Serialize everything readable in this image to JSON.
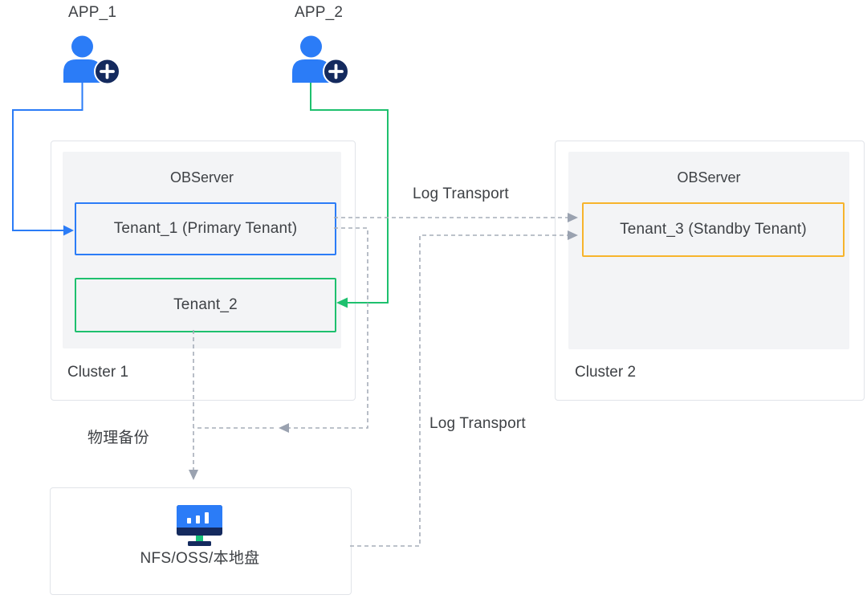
{
  "apps": [
    {
      "label": "APP_1",
      "icon": "user-add-icon"
    },
    {
      "label": "APP_2",
      "icon": "user-add-icon"
    }
  ],
  "clusters": [
    {
      "name": "Cluster 1",
      "server": "OBServer",
      "tenants": [
        {
          "label": "Tenant_1 (Primary Tenant)",
          "accent": "#2b7cf7"
        },
        {
          "label": "Tenant_2",
          "accent": "#1ec06e"
        }
      ]
    },
    {
      "name": "Cluster 2",
      "server": "OBServer",
      "tenants": [
        {
          "label": "Tenant_3 (Standby Tenant)",
          "accent": "#f7b42c"
        }
      ]
    }
  ],
  "storage": {
    "label": "NFS/OSS/本地盘",
    "icon": "monitor-chart-icon"
  },
  "edges": {
    "log_transport_top": "Log Transport",
    "log_transport_bottom": "Log Transport",
    "physical_backup": "物理备份"
  },
  "colors": {
    "blue": "#2b7cf7",
    "green": "#1ec06e",
    "orange": "#f7b42c",
    "navy": "#142a5e",
    "dash_gray": "#a6adb9",
    "arrow_gray": "#9aa2b0",
    "panel_fill": "#f3f4f6",
    "panel_border": "#e1e4e9",
    "text": "#3e4145"
  }
}
